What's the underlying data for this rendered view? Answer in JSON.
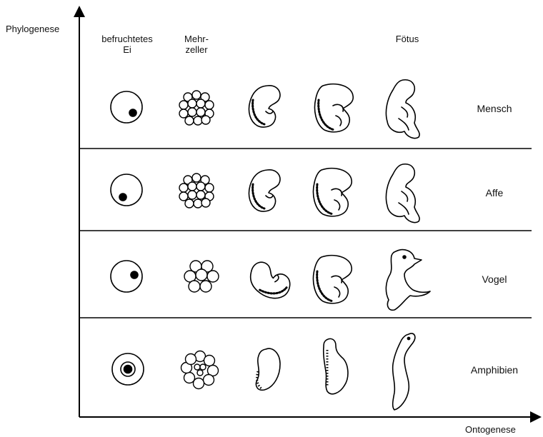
{
  "axes": {
    "y_label": "Phylogenese",
    "x_label": "Ontogenese"
  },
  "columns": {
    "egg_line1": "befruchtetes",
    "egg_line2": "Ei",
    "multi_line1": "Mehr-",
    "multi_line2": "zeller",
    "fetus": "Fötus"
  },
  "rows": [
    {
      "species": "Mensch"
    },
    {
      "species": "Affe"
    },
    {
      "species": "Vogel"
    },
    {
      "species": "Amphibien"
    }
  ]
}
